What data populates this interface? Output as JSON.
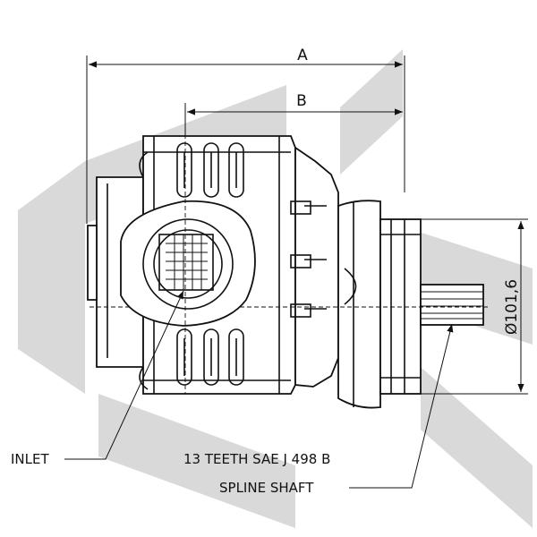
{
  "dimensions": {
    "overall_length": "A",
    "body_length": "B",
    "flange_diameter": "Ø101,6"
  },
  "callouts": {
    "inlet": "INLET",
    "shaft_line1": "13 TEETH SAE J 498 B",
    "shaft_line2": "SPLINE SHAFT"
  },
  "colors": {
    "line": "#111111",
    "watermark": "#d9d9d9",
    "background": "#ffffff"
  }
}
